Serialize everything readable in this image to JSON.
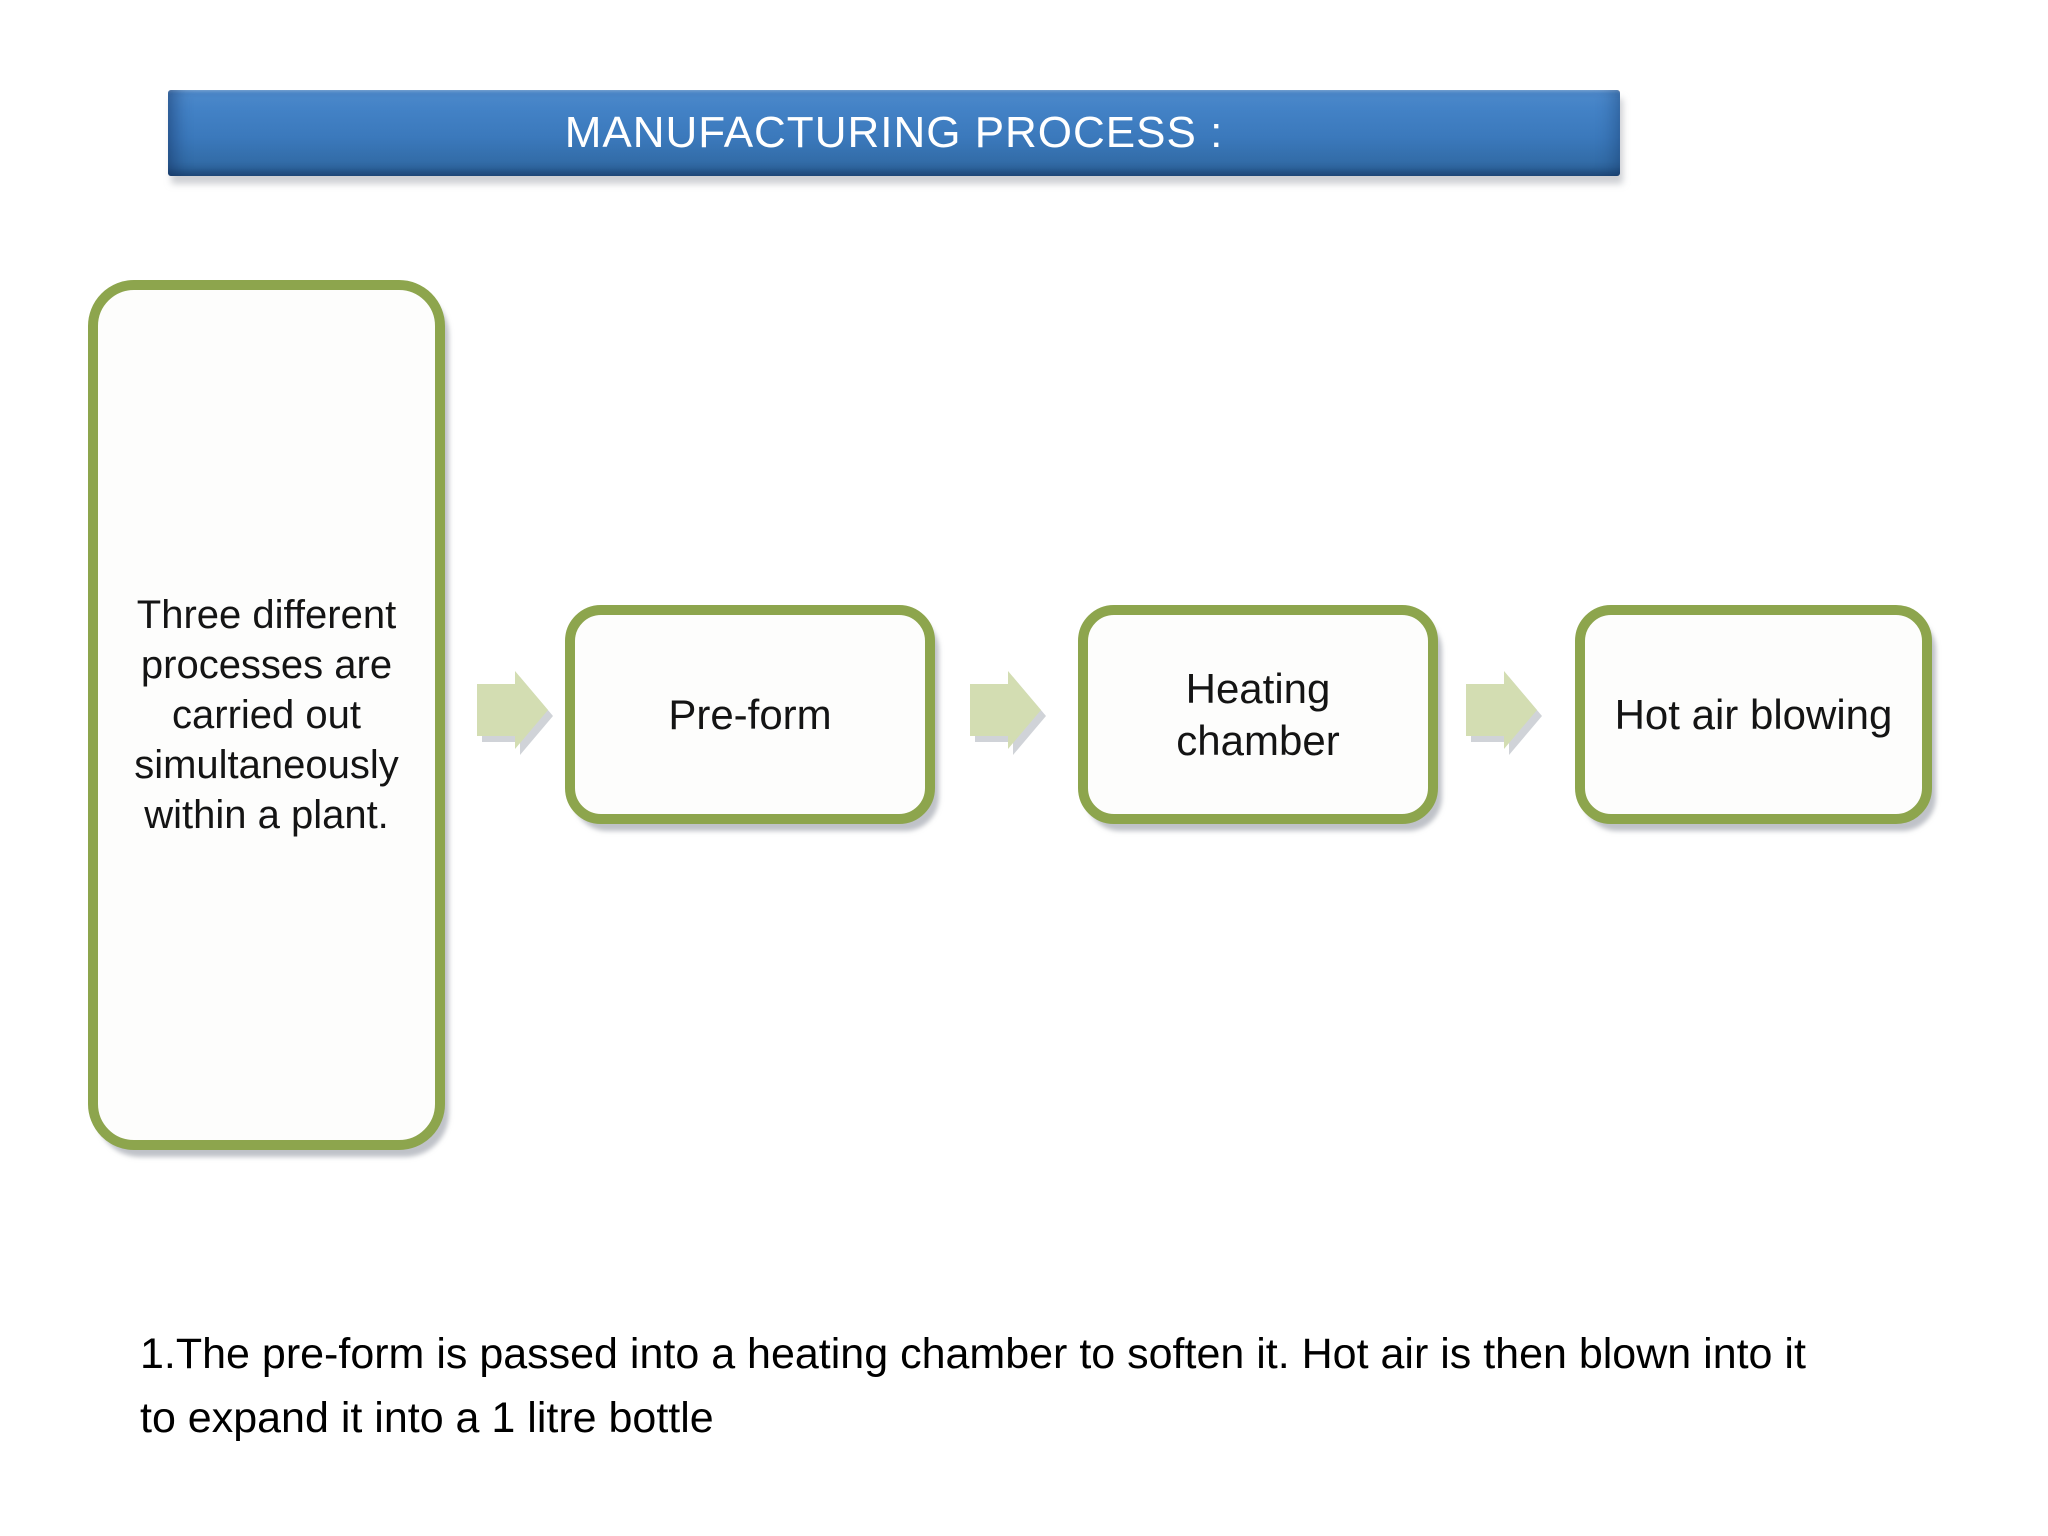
{
  "banner": {
    "title": "MANUFACTURING PROCESS :"
  },
  "intro_box": {
    "text": "Three different processes are carried out simultaneously within a plant."
  },
  "flow": {
    "steps": [
      {
        "label": "Pre-form"
      },
      {
        "label": "Heating chamber"
      },
      {
        "label": "Hot air blowing"
      }
    ]
  },
  "note": {
    "lines": [
      "1.The pre-form is passed into a heating chamber to soften it. Hot air is then blown into it",
      "to expand it into a 1 litre bottle"
    ]
  },
  "colors": {
    "banner_blue": "#3b79bc",
    "box_border_green": "#8da54d",
    "arrow_green": "#d3ddb2",
    "box_fill": "#fdfdfc",
    "text_black": "#141414"
  }
}
